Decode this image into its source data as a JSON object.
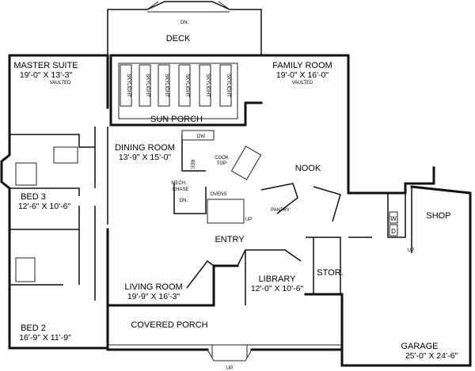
{
  "rooms": {
    "deck": {
      "name": "DECK",
      "note": "DN."
    },
    "master_suite": {
      "name": "MASTER SUITE",
      "dims": "19'-0\" X 13'-3\"",
      "note": "VAULTED"
    },
    "family_room": {
      "name": "FAMILY ROOM",
      "dims": "19'-0\" X 16'-0\"",
      "note": "VAULTED"
    },
    "sun_porch": {
      "name": "SUN PORCH",
      "skylight": "SKYLIGHT"
    },
    "dining_room": {
      "name": "DINING ROOM",
      "dims": "13'-9\" X 15'-0\""
    },
    "bed3": {
      "name": "BED 3",
      "dims": "12'-6\" X 10'-6\""
    },
    "nook": {
      "name": "NOOK"
    },
    "shop": {
      "name": "SHOP"
    },
    "entry": {
      "name": "ENTRY"
    },
    "library": {
      "name": "LIBRARY",
      "dims": "12'-0\" X 10'-6\""
    },
    "stor": {
      "name": "STOR."
    },
    "living_room": {
      "name": "LIVING ROOM",
      "dims": "19'-9\" X 16'-3\""
    },
    "bed2": {
      "name": "BED 2",
      "dims": "16'-9\" X 11'-9\""
    },
    "covered_porch": {
      "name": "COVERED PORCH"
    },
    "garage": {
      "name": "GARAGE",
      "dims": "25'-0\" X 24'-6\""
    }
  },
  "fixtures": {
    "dw": "DW",
    "cook_top_1": "COOK",
    "cook_top_2": "TOP",
    "ref": "REF.",
    "mech_1": "MECH.",
    "mech_2": "CHASE",
    "ovens": "OVENS",
    "pantry": "PANTRY",
    "washer": "W",
    "dryer": "D",
    "dn_stair": "DN.",
    "up_stair": "UP",
    "up_shop": "UP",
    "up_porch": "UP"
  }
}
